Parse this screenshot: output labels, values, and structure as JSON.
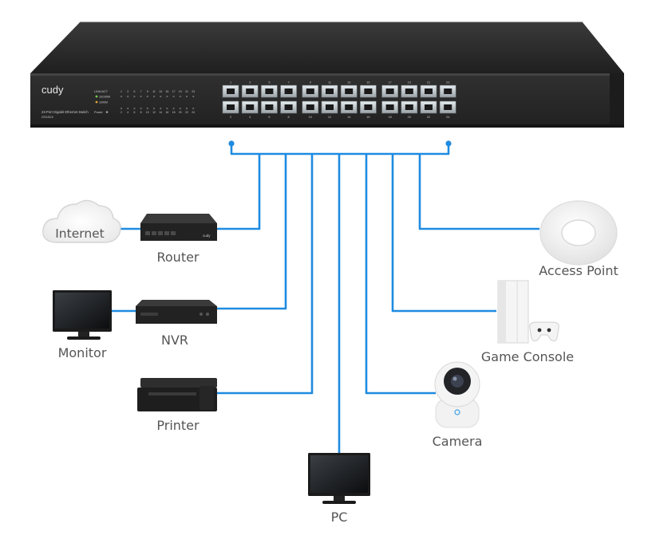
{
  "switch": {
    "brand": "cudy",
    "model_name": "24-Port Gigabit Ethernet Switch",
    "model_code": "GS1024",
    "led_labels": {
      "link_act": "LINK/ACT",
      "speed_1000": "10/100M",
      "speed_100": "1000M",
      "power": "Power"
    },
    "port_top_numbers": [
      "1",
      "3",
      "5",
      "7",
      "9",
      "11",
      "13",
      "15",
      "17",
      "19",
      "21",
      "23"
    ],
    "port_bottom_numbers": [
      "2",
      "4",
      "6",
      "8",
      "10",
      "12",
      "14",
      "16",
      "18",
      "20",
      "22",
      "24"
    ],
    "led_numbers_top": [
      "1",
      "3",
      "5",
      "7",
      "9",
      "11",
      "13",
      "15",
      "17",
      "19",
      "21",
      "23"
    ],
    "led_numbers_bottom": [
      "2",
      "4",
      "6",
      "8",
      "10",
      "12",
      "14",
      "16",
      "18",
      "20",
      "22",
      "24"
    ],
    "router_brand": "cudy"
  },
  "devices": {
    "internet": "Internet",
    "router": "Router",
    "monitor": "Monitor",
    "nvr": "NVR",
    "printer": "Printer",
    "pc": "PC",
    "camera": "Camera",
    "game_console": "Game Console",
    "access_point": "Access Point"
  },
  "colors": {
    "link_line": "#1f8be0",
    "label_text": "#555555",
    "device_body": "#1e1e1e",
    "switch_body": "#2a2a2a"
  }
}
